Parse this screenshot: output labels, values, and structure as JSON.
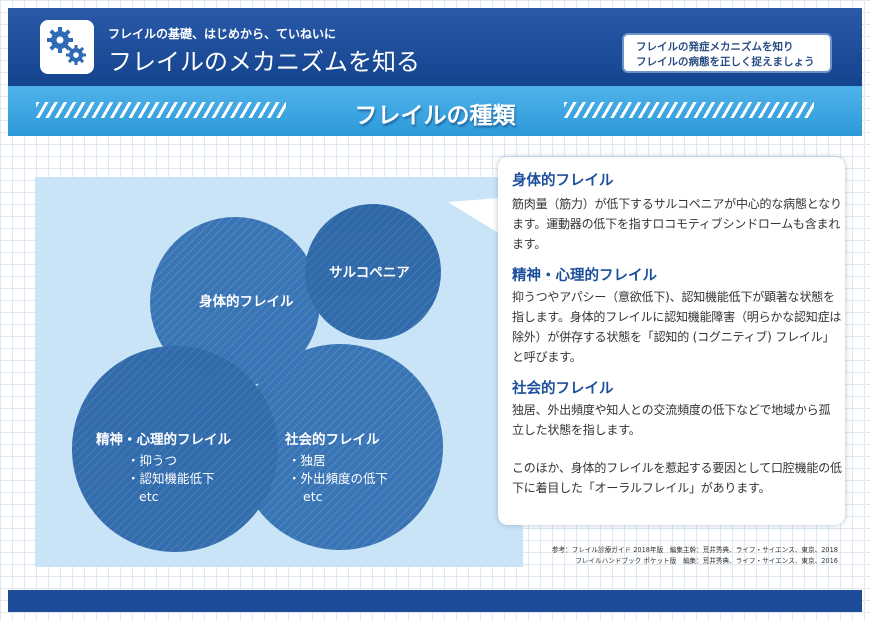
{
  "header": {
    "subtitle": "フレイルの基礎、はじめから、ていねいに",
    "title": "フレイルのメカニズムを知る",
    "logo_icon": "gears-icon",
    "callout_lines": [
      "フレイルの発症メカニズムを知り",
      "フレイルの病態を正しく捉えましょう"
    ]
  },
  "section_band": {
    "title": "フレイルの種類"
  },
  "diagram": {
    "circles": [
      {
        "label": "身体的フレイル"
      },
      {
        "label": "サルコペニア"
      },
      {
        "label": "精神・心理的フレイル",
        "items": [
          "・抑うつ",
          "・認知機能低下",
          "etc"
        ]
      },
      {
        "label": "社会的フレイル",
        "items": [
          "・独居",
          "・外出頻度の低下",
          "etc"
        ]
      }
    ]
  },
  "panel": {
    "sections": [
      {
        "title": "身体的フレイル",
        "body": "筋肉量（筋力）が低下するサルコペニアが中心的な病態となります。運動器の低下を指すロコモティブシンドロームも含まれます。"
      },
      {
        "title": "精神・心理的フレイル",
        "body": "抑うつやアパシー（意欲低下)、認知機能低下が顕著な状態を指します。身体的フレイルに認知機能障害（明らかな認知症は除外）が併存する状態を「認知的 (コグニティブ) フレイル」と呼びます。"
      },
      {
        "title": "社会的フレイル",
        "body": "独居、外出頻度や知人との交流頻度の低下などで地域から孤立した状態を指します。"
      }
    ],
    "note": "このほか、身体的フレイルを惹起する要因として口腔機能の低下に着目した「オーラルフレイル」があります。"
  },
  "references": [
    "参考：フレイル診療ガイド 2018年版　編集主幹：荒井秀典、ライフ・サイエンス、東京、2018",
    "フレイルハンドブック ポケット版　編集：荒井秀典、ライフ・サイエンス、東京、2016"
  ],
  "colors": {
    "header_blue": "#1d4c9a",
    "band_blue": "#3aa5e1",
    "title_blue": "#1c4f9c",
    "circle_blue": "#2a68ad",
    "diagram_bg": "#c9e4f7"
  }
}
